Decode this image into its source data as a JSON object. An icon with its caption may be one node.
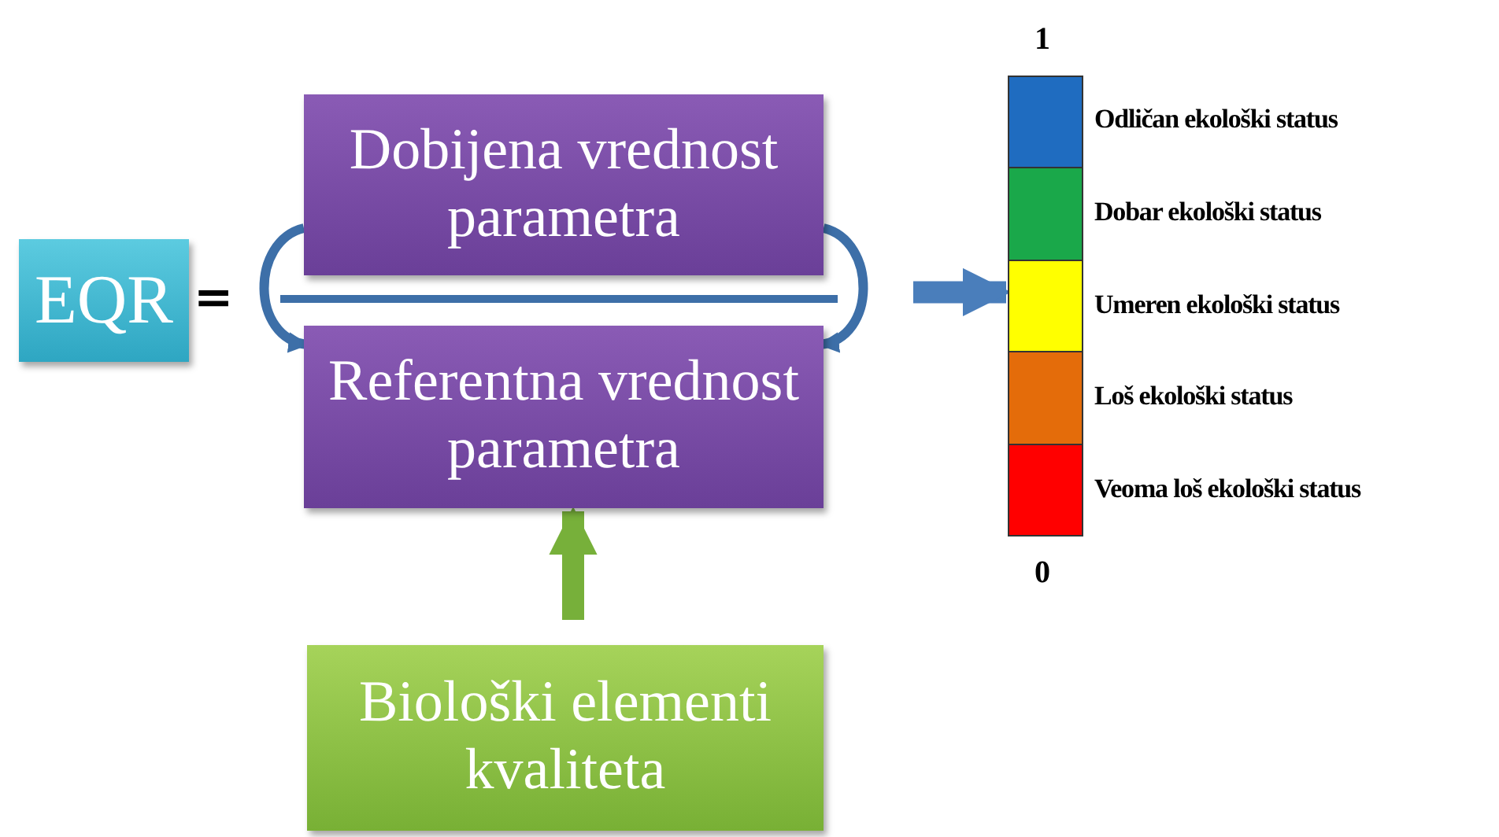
{
  "diagram": {
    "nodes": [
      {
        "text": [
          "EQR"
        ]
      },
      {
        "text": [
          "Dobijena vrednost parametra"
        ]
      },
      {
        "text": [
          "Referentna vrednost parametra"
        ]
      },
      {
        "text": [
          "Biološki elementi kvaliteta"
        ]
      },
      {
        "text": [],
        "shape": "bar",
        "beside": [
          "1",
          "0"
        ]
      }
    ],
    "edges": [
      {
        "from": 3,
        "to": 2,
        "arrow": "to",
        "style": "thick",
        "color": "#77b03a"
      },
      {
        "from": null,
        "to": 4,
        "arrow": "to",
        "style": "thick",
        "color": "#4a7ebb"
      },
      {
        "from": 1,
        "to": 2,
        "arrow": "to"
      },
      {
        "from": 1,
        "to": 2,
        "arrow": "to"
      }
    ],
    "labels": [
      "="
    ],
    "legend": [
      {
        "text": "Odličan ekološki status",
        "color": "#1f6cc0"
      },
      {
        "text": "Dobar ekološki status",
        "color": "#1aa84a"
      },
      {
        "text": "Umeren ekološki status",
        "color": "#ffff00"
      },
      {
        "text": "Loš ekološki status",
        "color": "#e46c0a"
      },
      {
        "text": "Veoma loš ekološki status",
        "color": "#ff0000"
      }
    ]
  }
}
